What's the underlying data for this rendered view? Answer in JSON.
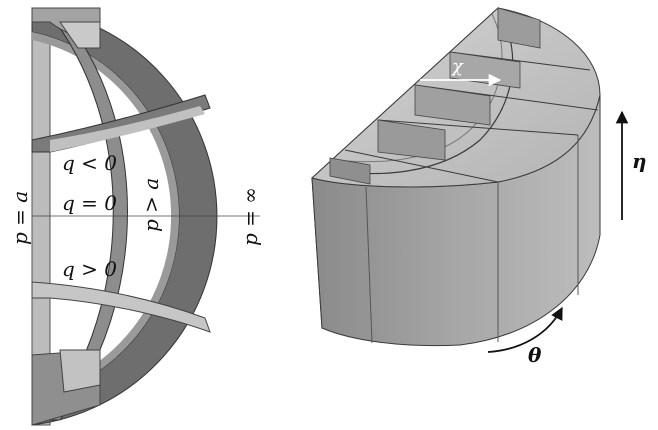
{
  "left_panel": {
    "labels": {
      "p_eq_a": "p = a",
      "p_gt_a": "p > a",
      "p_eq_inf": "p = ∞",
      "q_lt_0": "q < 0",
      "q_eq_0": "q = 0",
      "q_gt_0": "q > 0"
    }
  },
  "right_panel": {
    "labels": {
      "chi": "χ",
      "eta": "η",
      "theta": "θ"
    }
  },
  "colors": {
    "surface_light": "#c7c7c7",
    "surface_mid": "#a9a9a9",
    "surface_dark": "#6f6f6f",
    "edge": "#3a3a3a"
  }
}
